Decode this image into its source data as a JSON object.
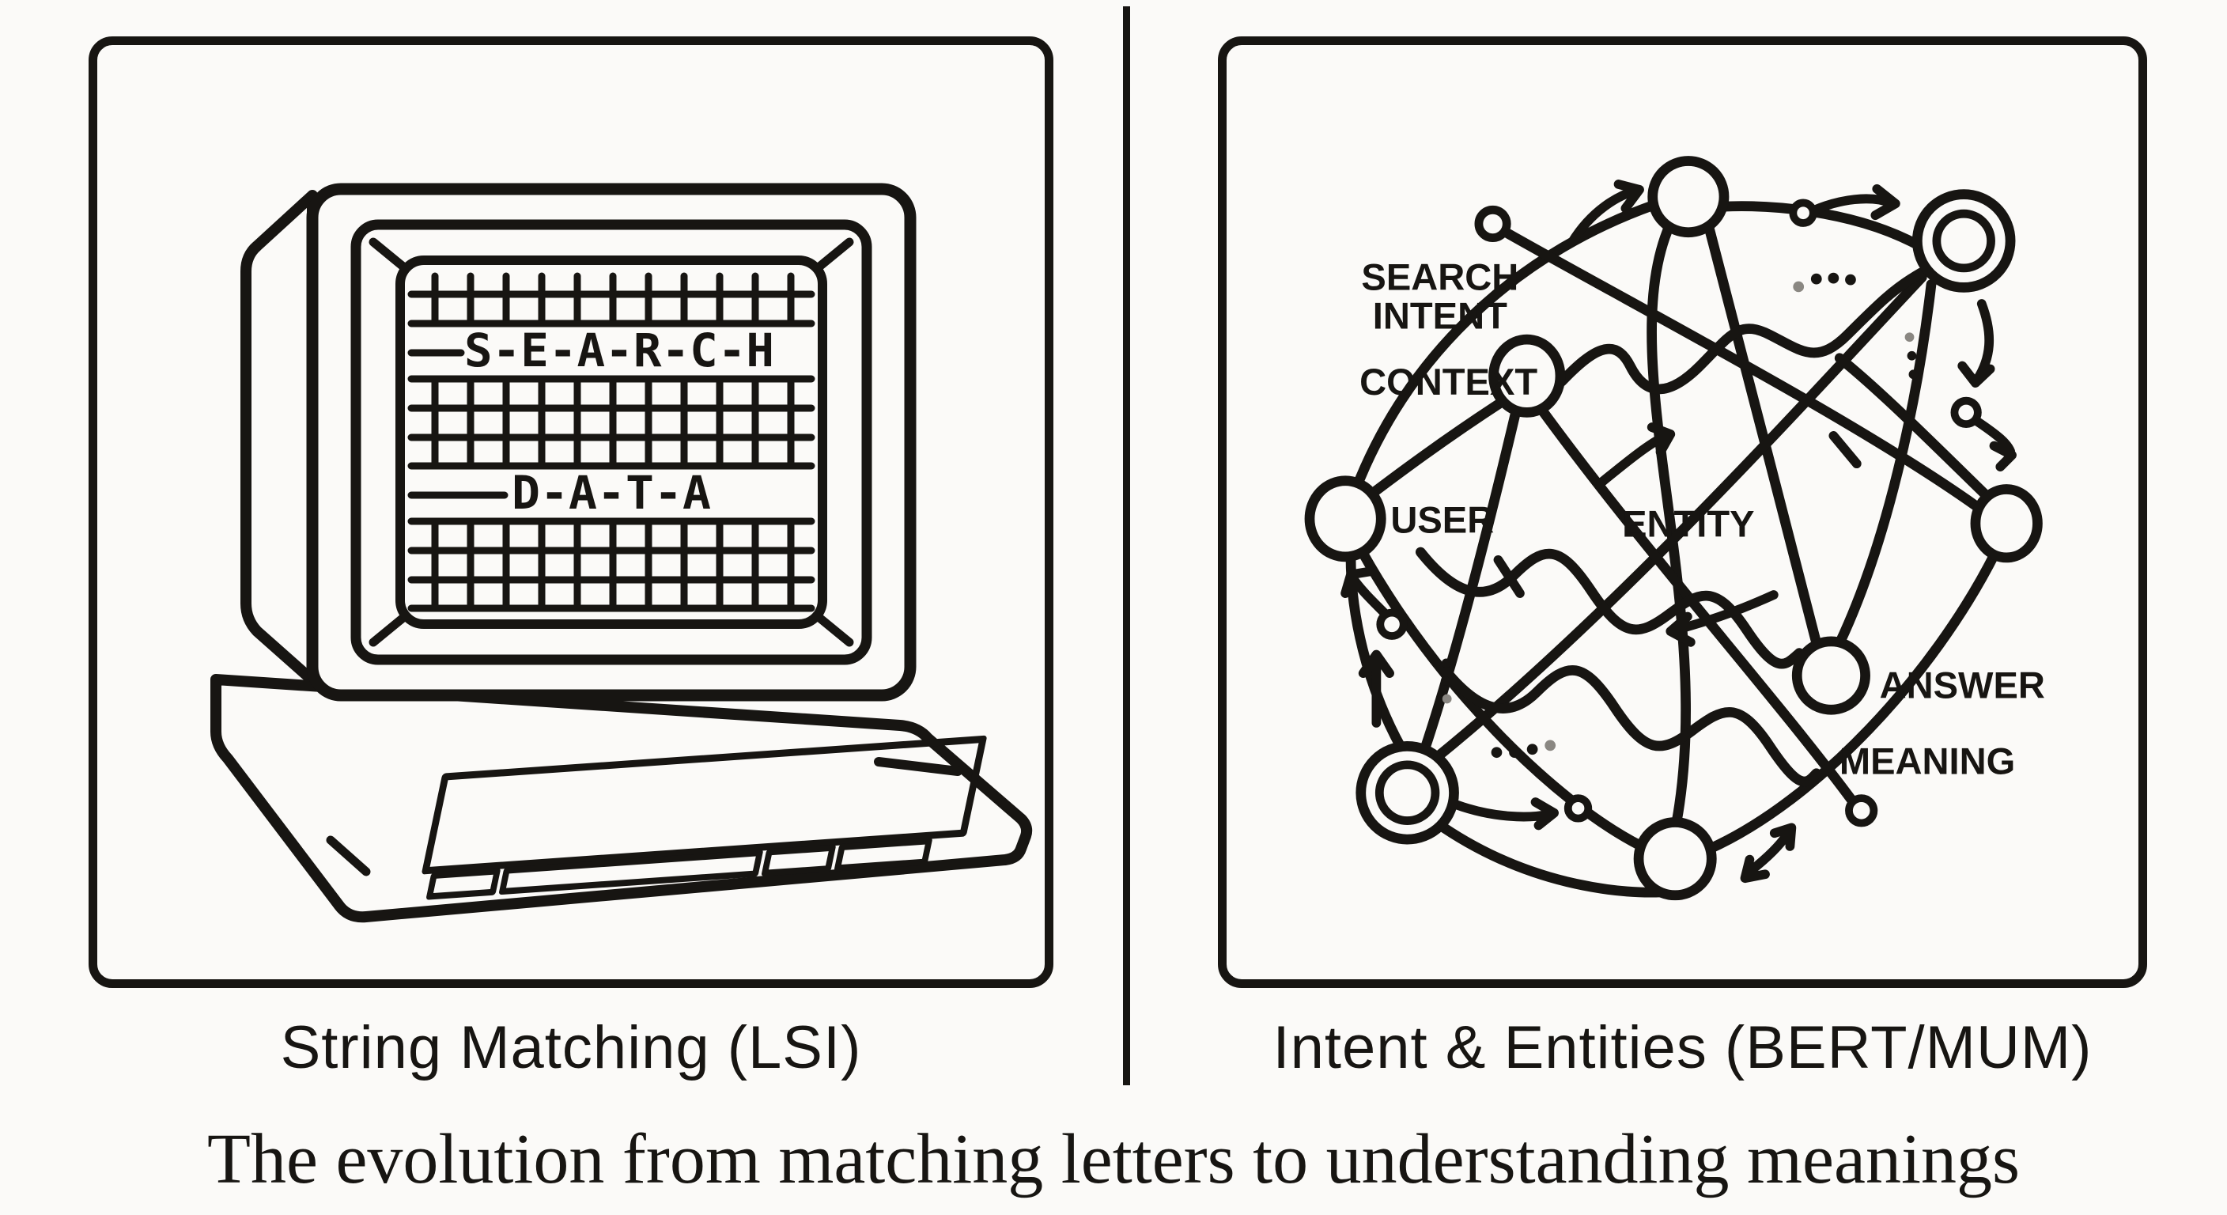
{
  "colors": {
    "ink": "#171512",
    "paper": "#fbfaf8"
  },
  "left_panel": {
    "label": "String Matching (LSI)",
    "screen": {
      "line1": "S-E-A-R-C-H",
      "line2": "D-A-T-A"
    }
  },
  "right_panel": {
    "label": "Intent & Entities (BERT/MUM)",
    "nodes": {
      "search_intent_line1": "SEARCH",
      "search_intent_line2": "INTENT",
      "context": "CONTEXT",
      "user": "USER",
      "entity": "ENTITY",
      "answer": "ANSWER",
      "meaning": "MEANING"
    }
  },
  "caption": "The evolution from matching letters to understanding meanings"
}
